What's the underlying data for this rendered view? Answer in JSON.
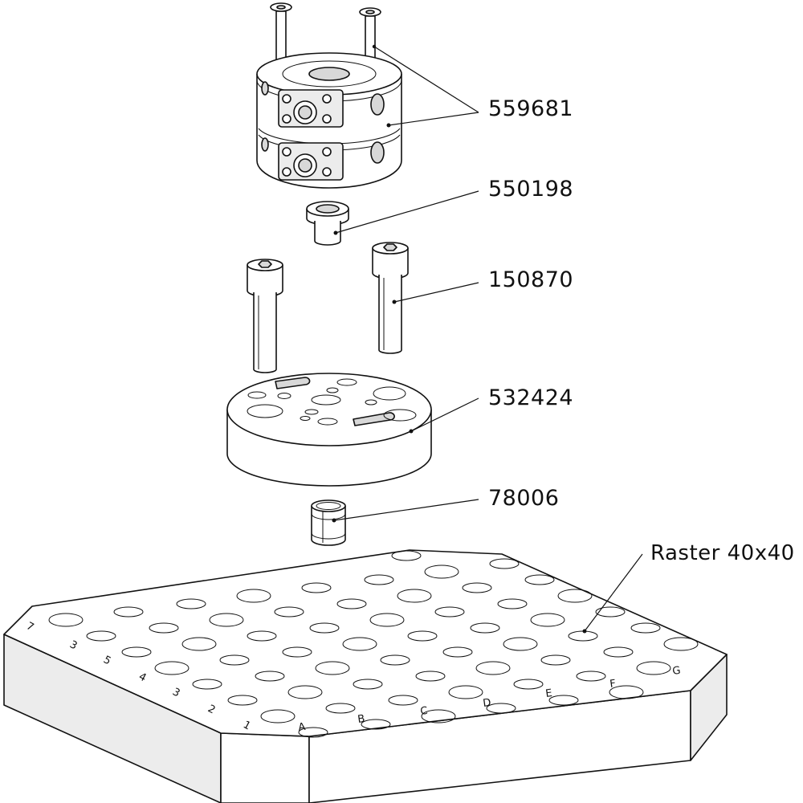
{
  "labels": {
    "part_559681": "559681",
    "part_550198": "550198",
    "part_150870": "150870",
    "part_532424": "532424",
    "part_78006": "78006",
    "raster": "Raster 40x40"
  }
}
